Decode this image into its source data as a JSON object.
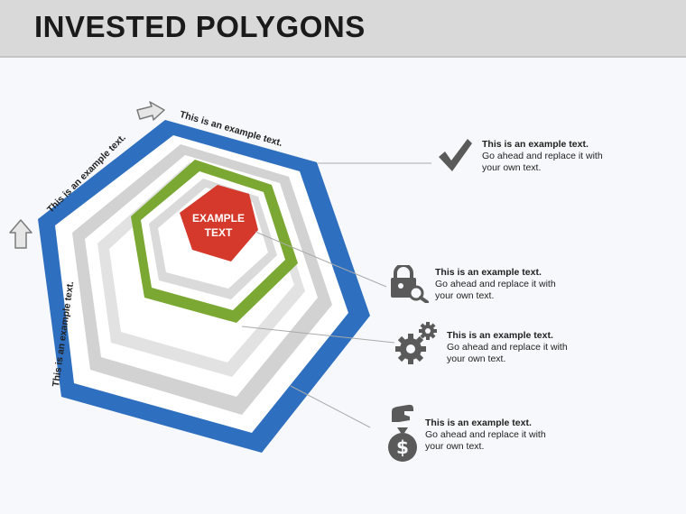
{
  "title": "INVESTED POLYGONS",
  "center": {
    "line1": "EXAMPLE",
    "line2": "TEXT"
  },
  "edge_labels": [
    "This is an example text.",
    "This is an example text.",
    "This is an example text."
  ],
  "callouts": [
    {
      "heading": "This is an example text.",
      "body_line1": "Go ahead and replace it with",
      "body_line2": "your own text.",
      "icon": "checkmark-icon"
    },
    {
      "heading": "This is an example text.",
      "body_line1": "Go ahead and replace it with",
      "body_line2": "your own text.",
      "icon": "lock-search-icon"
    },
    {
      "heading": "This is an example text.",
      "body_line1": "Go ahead and replace it with",
      "body_line2": "your own text.",
      "icon": "gears-icon"
    },
    {
      "heading": "This is an example text.",
      "body_line1": "Go ahead and replace it with",
      "body_line2": "your own text.",
      "icon": "money-hand-icon"
    }
  ],
  "colors": {
    "blue_ring": "#2e6fc0",
    "green_ring": "#7aa832",
    "gray_ring": "#d0d0d0",
    "center_red": "#d4392b",
    "icon_gray": "#5a5a5a"
  }
}
